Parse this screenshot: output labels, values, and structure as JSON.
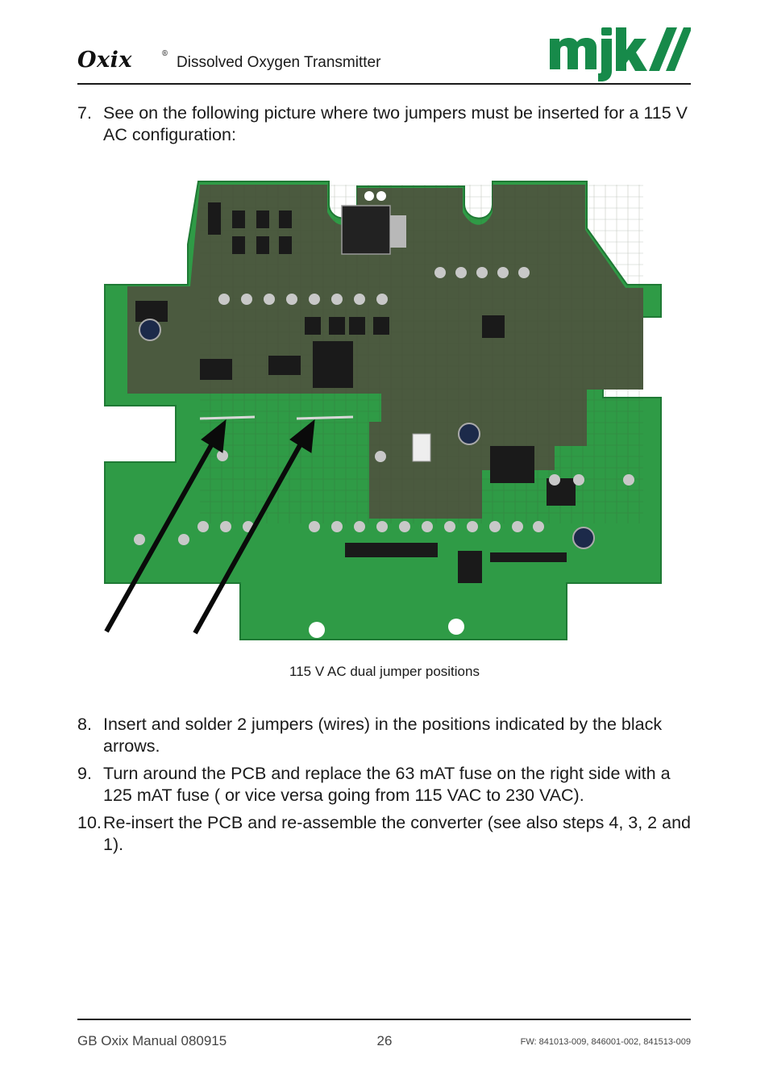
{
  "header": {
    "logo_text": "Oxix",
    "logo_mark": "®",
    "title": "Dissolved Oxygen Transmitter",
    "brand_logo": "mjk"
  },
  "steps": [
    {
      "number": "7.",
      "text": "See on the following picture where two jumpers must be inserted for a 115 V AC configuration:"
    },
    {
      "number": "8.",
      "text": "Insert and solder 2 jumpers (wires) in the positions indicated by the black arrows."
    },
    {
      "number": "9.",
      "text": "Turn around the PCB and replace the 63 mAT fuse on the right side with a 125 mAT fuse ( or vice versa going from 115 VAC to 230 VAC)."
    },
    {
      "number": "10.",
      "text": "Re-insert the PCB and re-assemble the converter (see also steps 4, 3, 2 and 1)."
    }
  ],
  "figure": {
    "caption": "115 V AC dual jumper positions",
    "colors": {
      "pcb_green": "#2f9b46",
      "pcb_dark": "#4b5a3f",
      "arrow": "#0a0a0a"
    }
  },
  "footer": {
    "left": "GB Oxix Manual 080915",
    "page": "26",
    "right": "FW: 841013-009, 846001-002, 841513-009"
  },
  "colors": {
    "brand_green": "#178a4a",
    "text": "#1a1a1a"
  }
}
